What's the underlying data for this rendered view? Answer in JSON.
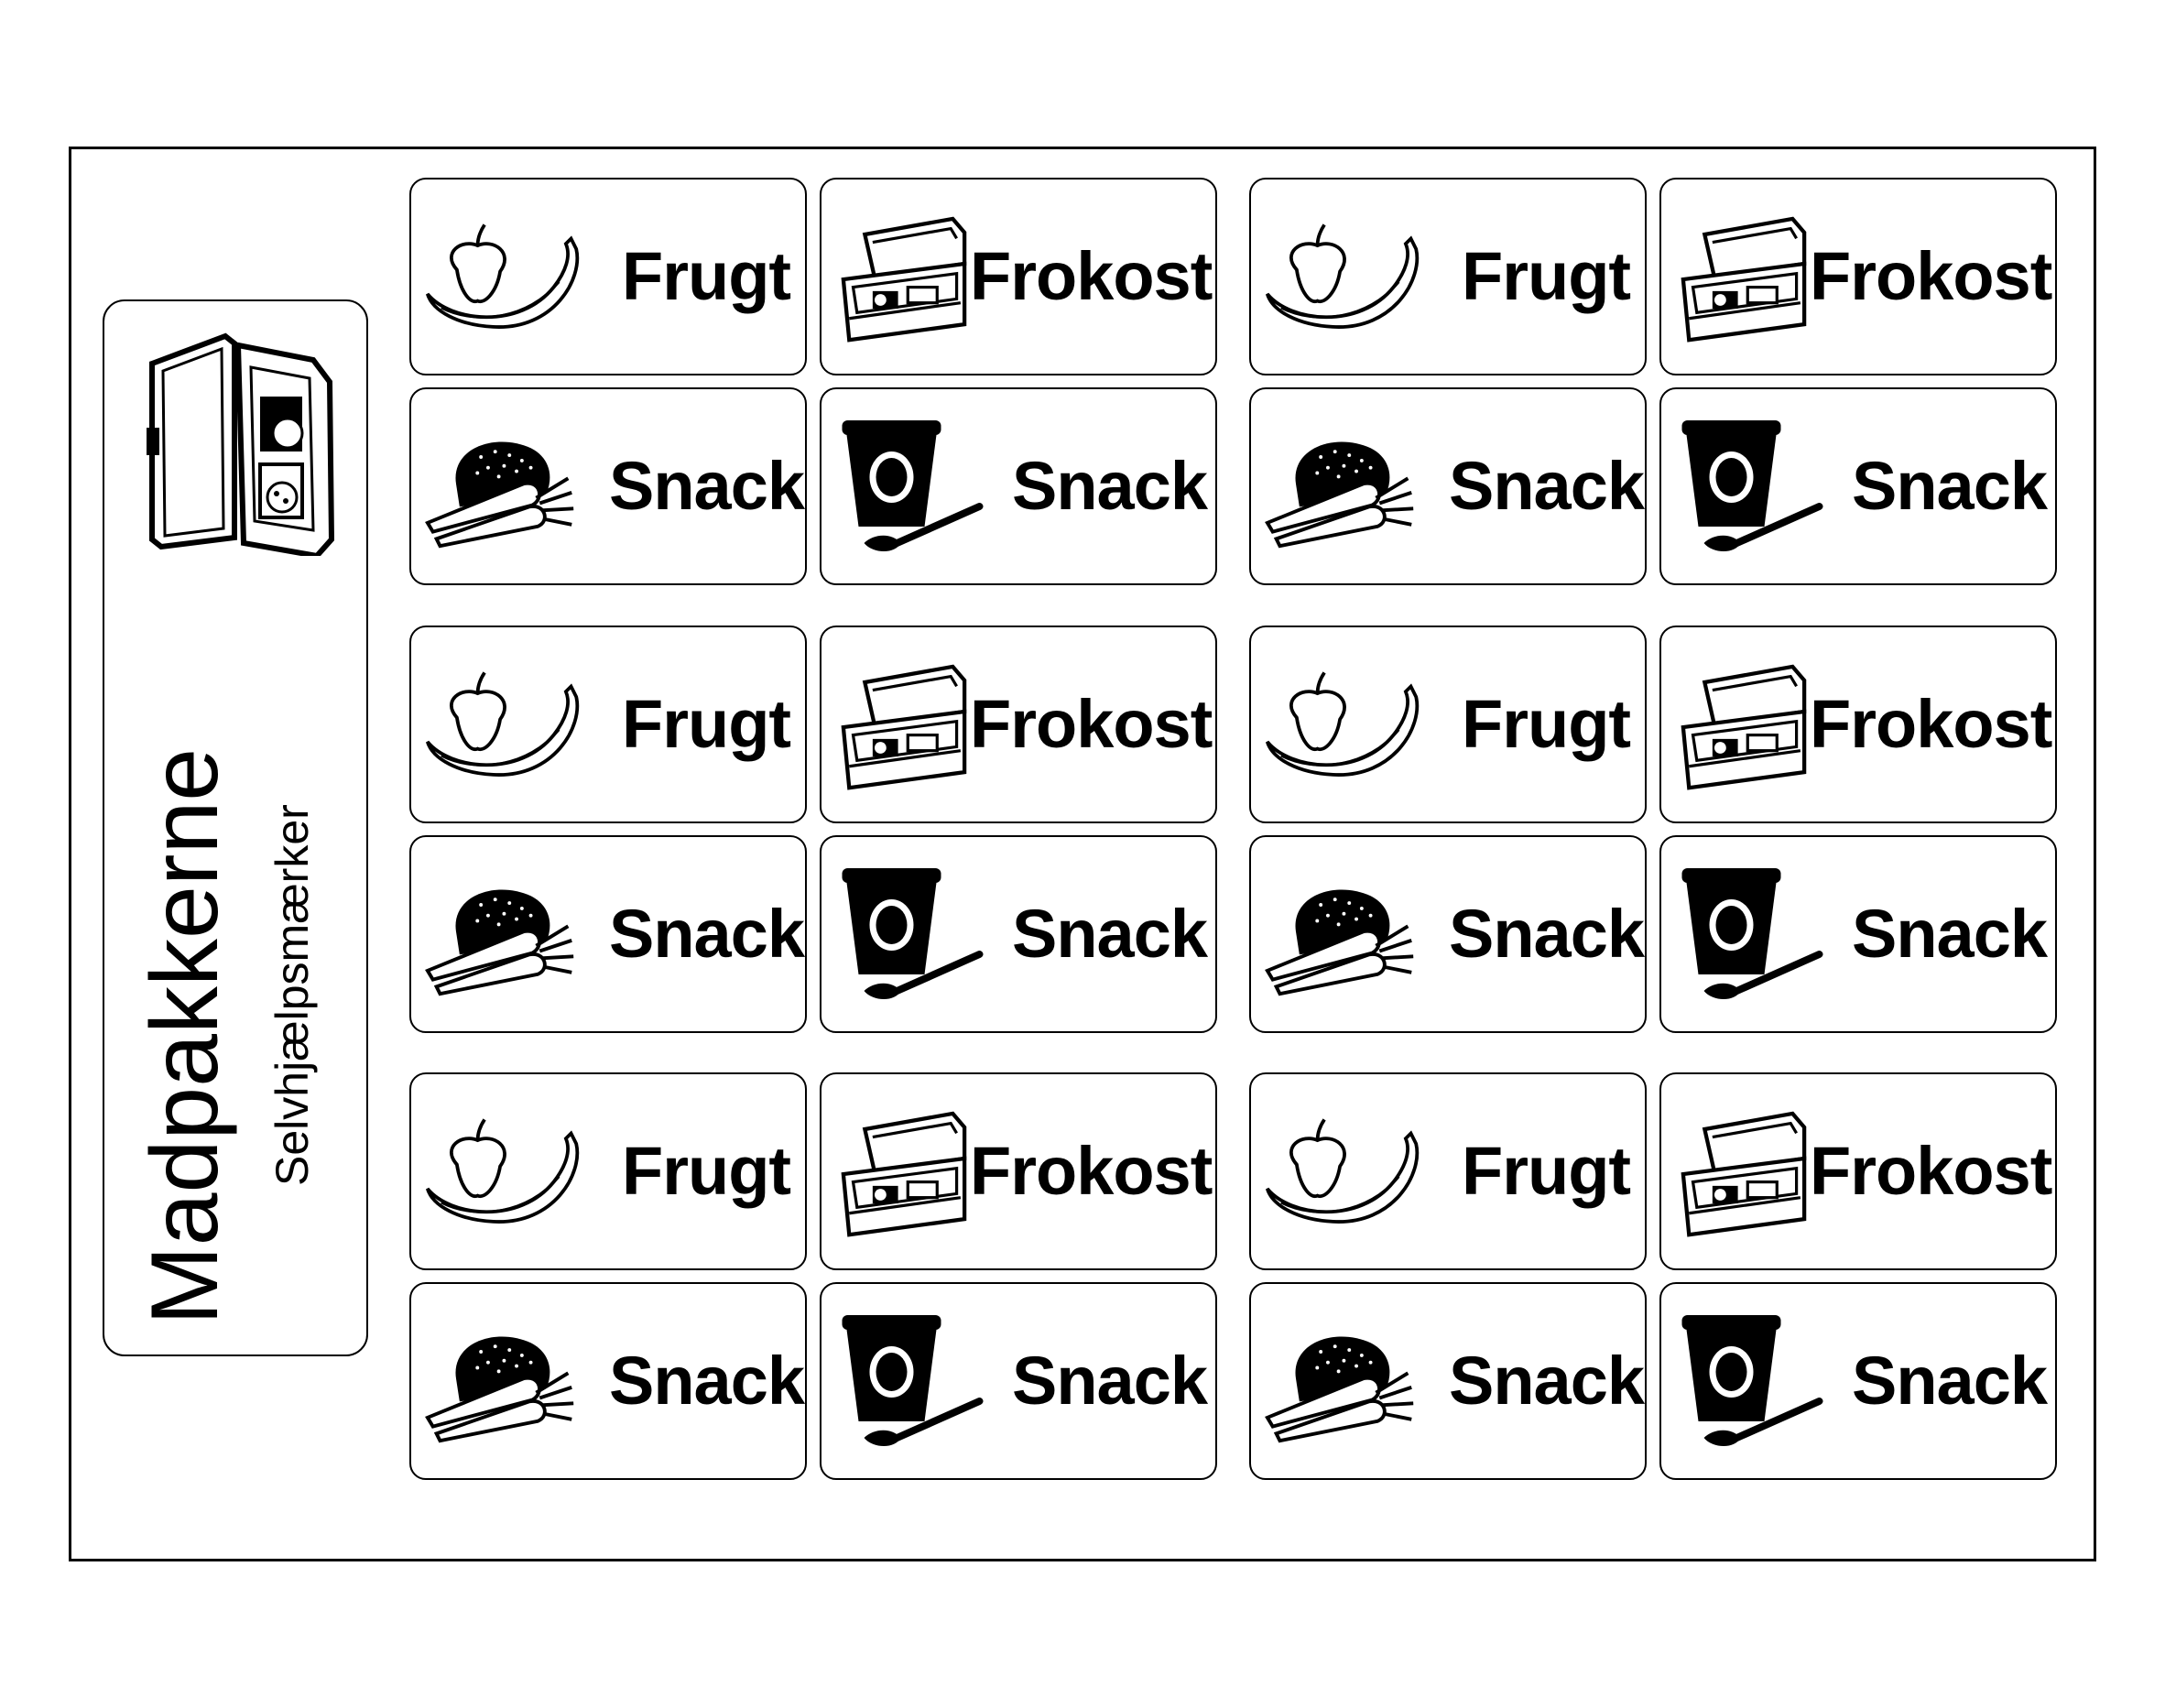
{
  "sidebar": {
    "title": "Madpakkerne",
    "subtitle": "Selvhjælpsmærker",
    "icon": "lunchbox-open-icon"
  },
  "stickers": {
    "frugt": {
      "label": "Frugt",
      "icon": "apple-banana-icon"
    },
    "frokost": {
      "label": "Frokost",
      "icon": "lunchbox-icon"
    },
    "snack_veg": {
      "label": "Snack",
      "icon": "bread-carrot-icon"
    },
    "snack_yog": {
      "label": "Snack",
      "icon": "yogurt-spoon-icon"
    }
  }
}
